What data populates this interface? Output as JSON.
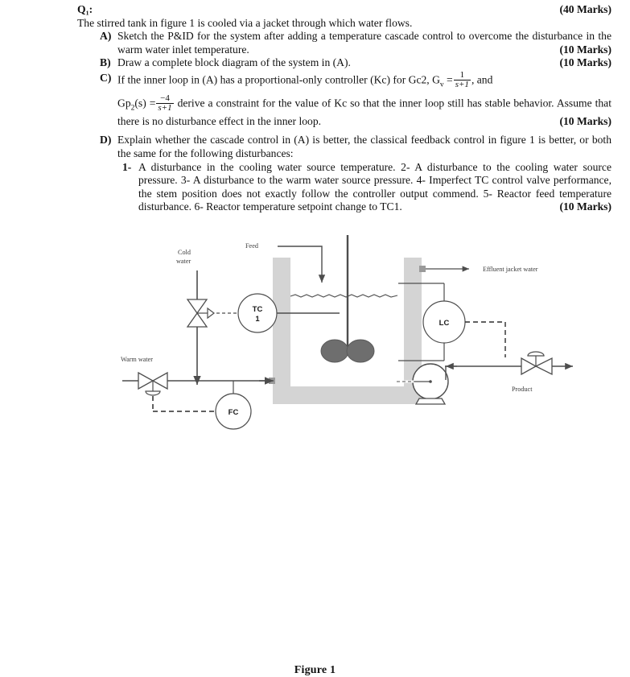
{
  "question": {
    "number": "Q₁:",
    "total_marks": "(40 Marks)",
    "intro": "The stirred tank in figure 1 is cooled via a jacket through which water flows.",
    "parts": [
      {
        "label": "A)",
        "text": "Sketch the P&ID for the system after adding a temperature cascade control to overcome the disturbance in the warm water inlet temperature.",
        "marks": "(10 Marks)"
      },
      {
        "label": "B)",
        "text": "Draw a complete block diagram of the system in (A).",
        "marks": "(10 Marks)"
      },
      {
        "label": "C)",
        "text_1": "If the inner loop in (A) has a proportional-only controller (Kc) for Gc2, G",
        "sub_v": "v",
        "eq_1": " =",
        "frac_1_num": "1",
        "frac_1_den": "s+1",
        "text_2": ", and",
        "text_3": "Gp",
        "sub_2": "2",
        "text_3b": "(s) =",
        "frac_2_num": "−4",
        "frac_2_den": "s+1",
        "text_4": "derive a constraint for the value of Kc so that the inner loop still has stable behavior. Assume that there is no disturbance effect in the inner loop.",
        "marks": "(10 Marks)"
      },
      {
        "label": "D)",
        "text": "Explain whether the cascade control in (A) is better, the classical feedback control in figure 1 is better, or both the same for the following disturbances:",
        "sub_label": "1-",
        "sub_text": "A disturbance in the cooling water source temperature. 2- A disturbance to the cooling water source pressure. 3- A disturbance to the warm water source pressure. 4- Imperfect TC control valve performance, the stem position does not exactly follow the controller output commend. 5- Reactor feed temperature disturbance. 6- Reactor temperature setpoint change to TC1.",
        "marks": "(10 Marks)"
      }
    ]
  },
  "figure": {
    "caption": "Figure 1",
    "labels": {
      "feed": "Feed",
      "cold_water_l1": "Cold",
      "cold_water_l2": "water",
      "warm_water": "Warm water",
      "effluent": "Effluent jacket water",
      "product": "Product"
    },
    "tags": {
      "tc_l1": "TC",
      "tc_l2": "1",
      "fc": "FC",
      "lc": "LC"
    },
    "colors": {
      "jacket_fill": "#d4d4d4",
      "impeller_fill": "#6e6e6e",
      "line": "#4d4d4d",
      "text": "#3b3b3b"
    }
  }
}
